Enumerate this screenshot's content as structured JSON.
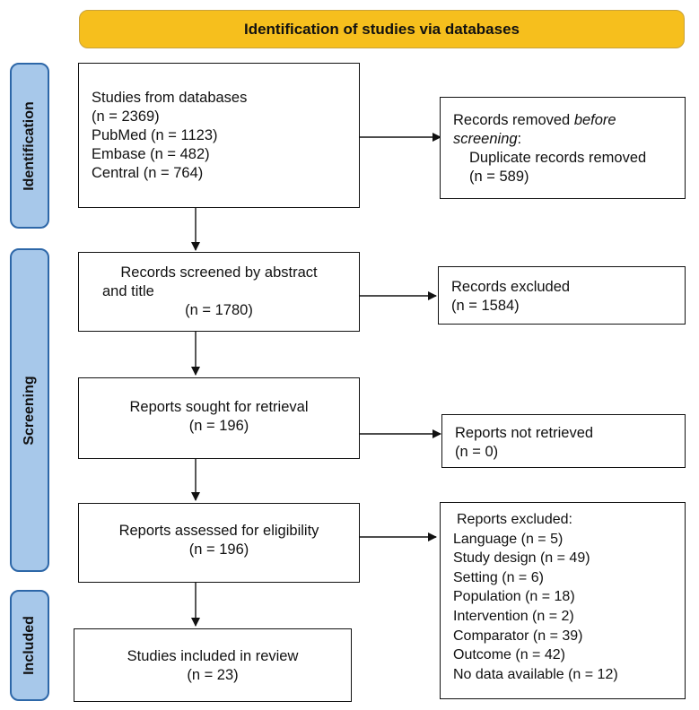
{
  "header": {
    "title": "Identification of studies via databases"
  },
  "phases": {
    "identification": "Identification",
    "screening": "Screening",
    "included": "Included"
  },
  "identification": {
    "main": {
      "line1": "Studies from databases",
      "line2": "(n = 2369)",
      "line3": "PubMed (n = 1123)",
      "line4": "Embase (n = 482)",
      "line5": "Central (n = 764)"
    },
    "removed": {
      "line1_prefix": "Records removed ",
      "line1_italic": "before",
      "line2_italic": "screening",
      "line2_suffix": ":",
      "line3": "Duplicate records removed",
      "line4": "(n = 589)"
    }
  },
  "screening": {
    "screened": {
      "line1": "Records screened by abstract",
      "line2": "and title",
      "line3": "(n = 1780)"
    },
    "excluded": {
      "line1": "Records excluded",
      "line2": "(n = 1584)"
    },
    "sought": {
      "line1": "Reports sought for retrieval",
      "line2": "(n = 196)"
    },
    "not_retrieved": {
      "line1": "Reports not retrieved",
      "line2": "(n = 0)"
    },
    "assessed": {
      "line1": "Reports assessed for eligibility",
      "line2": "(n = 196)"
    },
    "reports_excluded": {
      "title": "Reports excluded:",
      "reasons": [
        "Language (n = 5)",
        "Study design (n = 49)",
        "Setting (n = 6)",
        "Population (n = 18)",
        "Intervention (n = 2)",
        "Comparator (n = 39)",
        "Outcome (n = 42)",
        "No data available (n = 12)"
      ]
    }
  },
  "included": {
    "studies": {
      "line1": "Studies included in review",
      "line2": "(n = 23)"
    }
  },
  "colors": {
    "header": "#f6bf1d",
    "phase_fill": "#a7c8ea",
    "phase_border": "#2d67a8"
  }
}
